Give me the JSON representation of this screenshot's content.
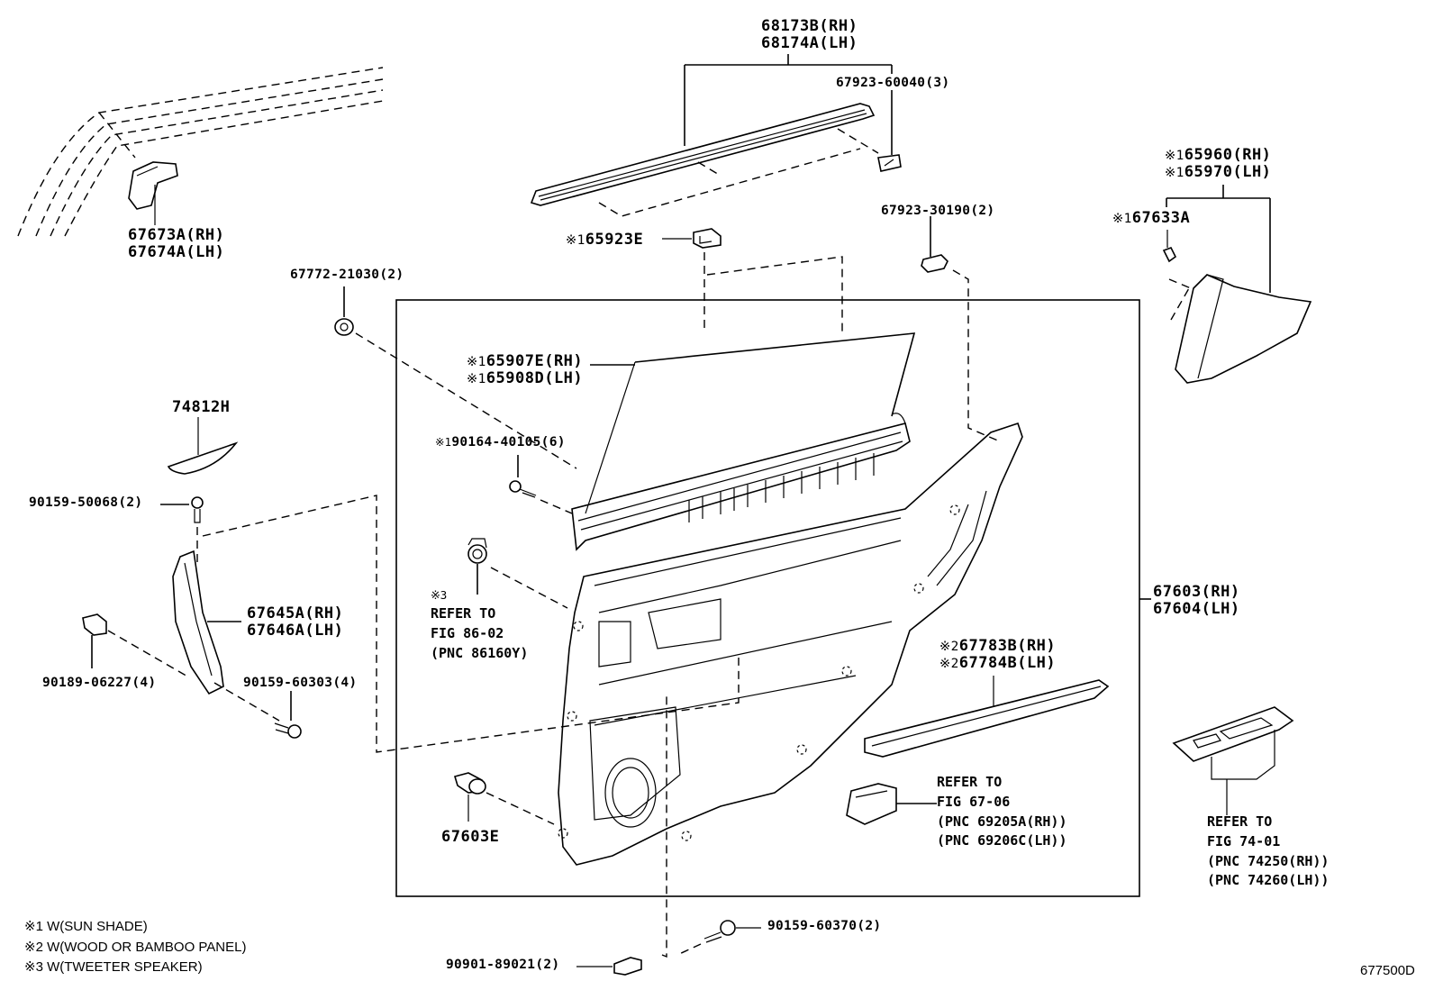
{
  "diagram": {
    "figure_code": "677500D",
    "parts": {
      "belt_molding": {
        "lines": [
          "68173B(RH)",
          "68174A(LH)"
        ]
      },
      "clip_60040": {
        "lines": [
          "67923-60040(3)"
        ]
      },
      "corner_piece": {
        "lines": [
          "67673A(RH)",
          "67674A(LH)"
        ]
      },
      "clip_21030": {
        "lines": [
          "67772-21030(2)"
        ]
      },
      "sunshade_hook": {
        "mark": "※1",
        "lines": [
          "65923E"
        ]
      },
      "clip_30190": {
        "lines": [
          "67923-30190(2)"
        ]
      },
      "sunshade_cover": {
        "mark": "※1",
        "lines": [
          "65960(RH)",
          "65970(LH)"
        ]
      },
      "clip_67633": {
        "mark": "※1",
        "lines": [
          "67633A"
        ]
      },
      "sunshade_assy": {
        "mark": "※1",
        "lines": [
          "65907E(RH)",
          "65908D(LH)"
        ]
      },
      "screw_40105": {
        "mark": "※1",
        "lines": [
          "90164-40105(6)"
        ]
      },
      "ornament": {
        "lines": [
          "74812H"
        ]
      },
      "screw_50068": {
        "lines": [
          "90159-50068(2)"
        ]
      },
      "bracket": {
        "lines": [
          "67645A(RH)",
          "67646A(LH)"
        ]
      },
      "clip_06227": {
        "lines": [
          "90189-06227(4)"
        ]
      },
      "screw_60303": {
        "lines": [
          "90159-60303(4)"
        ]
      },
      "door_trim_board": {
        "lines": [
          "67603(RH)",
          "67604(LH)"
        ]
      },
      "panel_ornament": {
        "mark": "※2",
        "lines": [
          "67783B(RH)",
          "67784B(LH)"
        ]
      },
      "clip_67603e": {
        "lines": [
          "67603E"
        ]
      },
      "screw_60370": {
        "lines": [
          "90159-60370(2)"
        ]
      },
      "clip_89021": {
        "lines": [
          "90901-89021(2)"
        ]
      }
    },
    "references": {
      "tweeter": {
        "mark": "※3",
        "lines": [
          "REFER TO",
          "FIG 86-02",
          "(PNC 86160Y)"
        ]
      },
      "inside_handle": {
        "lines": [
          "REFER TO",
          "FIG 67-06",
          "(PNC 69205A(RH))",
          "(PNC 69206C(LH))"
        ]
      },
      "power_window_switch": {
        "lines": [
          "REFER TO",
          "FIG 74-01",
          "(PNC 74250(RH))",
          "(PNC 74260(LH))"
        ]
      }
    },
    "footnotes": [
      "※1 W(SUN SHADE)",
      "※2 W(WOOD OR BAMBOO PANEL)",
      "※3 W(TWEETER SPEAKER)"
    ]
  }
}
